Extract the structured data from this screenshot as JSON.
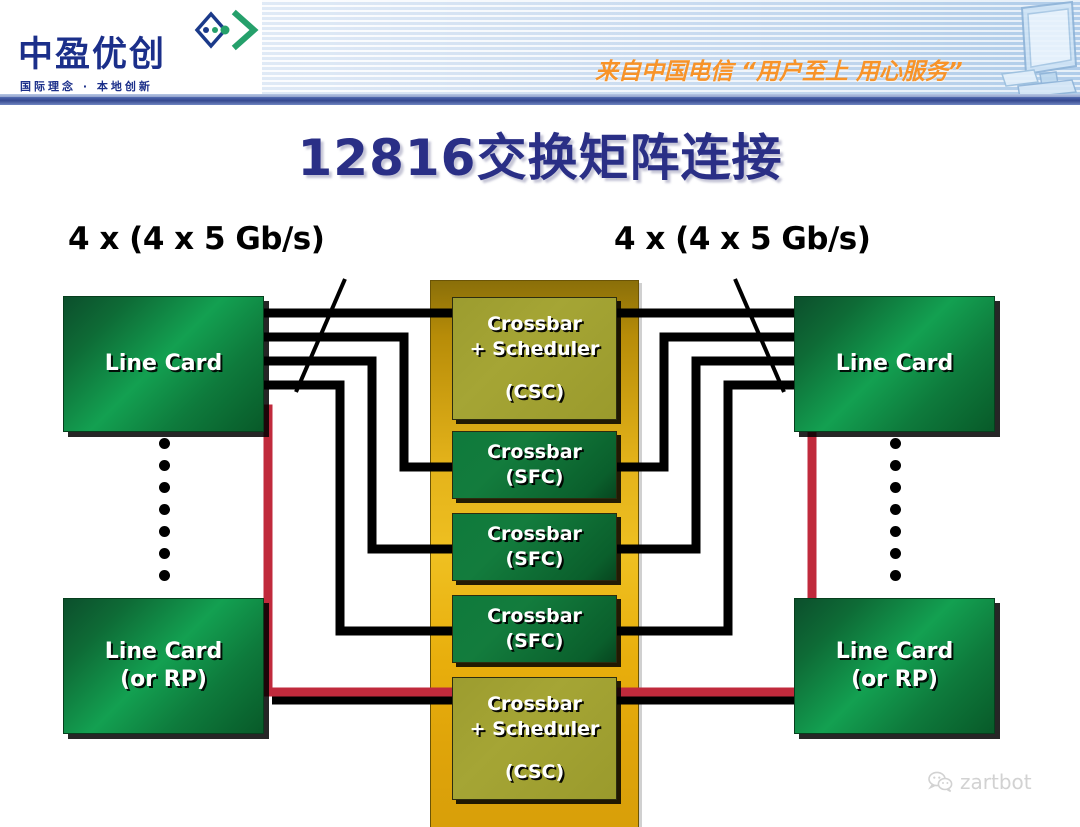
{
  "header": {
    "logo_cn": "中盈优创",
    "logo_tagline": "国际理念 · 本地创新",
    "logo_mark": "diamond-arrow-logo-icon",
    "slogan": "来自中国电信 “用户至上 用心服务”",
    "slogan_color": "#f79329",
    "bar_color": "#3d50a0",
    "decoration_icon": "computer-monitor-icon"
  },
  "title": "12816交换矩阵连接",
  "title_color": "#2a2f86",
  "labels": {
    "left_bandwidth": "4 x (4 x 5 Gb/s)",
    "right_bandwidth": "4 x (4 x 5 Gb/s)"
  },
  "left_cards": [
    {
      "line1": "Line Card",
      "line2": ""
    },
    {
      "line1": "Line Card",
      "line2": "(or RP)"
    }
  ],
  "right_cards": [
    {
      "line1": "Line Card",
      "line2": ""
    },
    {
      "line1": "Line Card",
      "line2": "(or RP)"
    }
  ],
  "switch_cards": [
    {
      "line1": "Crossbar",
      "line2": "+ Scheduler",
      "line3": "(CSC)",
      "type": "csc"
    },
    {
      "line1": "Crossbar",
      "line2": "(SFC)",
      "line3": "",
      "type": "sfc"
    },
    {
      "line1": "Crossbar",
      "line2": "(SFC)",
      "line3": "",
      "type": "sfc"
    },
    {
      "line1": "Crossbar",
      "line2": "(SFC)",
      "line3": "",
      "type": "sfc"
    },
    {
      "line1": "Crossbar",
      "line2": "+ Scheduler",
      "line3": "(CSC)",
      "type": "csc"
    }
  ],
  "colors": {
    "chassis_gold": "#efc021",
    "csc_olive": "#9c9c2f",
    "sfc_green": "#0f7a3c",
    "linecard_green": "#13a051",
    "wire_black": "#000000",
    "wire_red": "#c02a3c"
  },
  "ellipsis_dot_count": 7,
  "watermark": {
    "icon": "wechat-icon",
    "text": "zartbot"
  }
}
